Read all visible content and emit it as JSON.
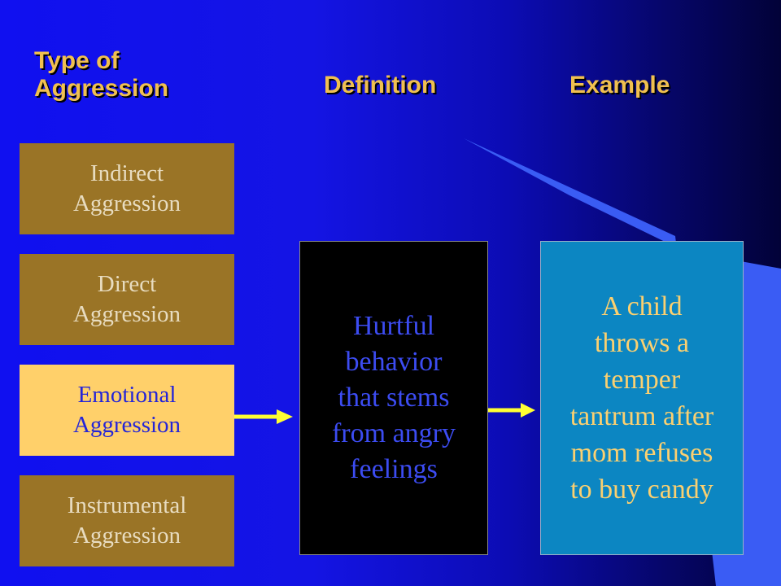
{
  "headers": {
    "type_of_aggression": "Type of\nAggression",
    "definition": "Definition",
    "example": "Example"
  },
  "types": [
    {
      "label": "Indirect\nAggression",
      "highlighted": false
    },
    {
      "label": "Direct\nAggression",
      "highlighted": false
    },
    {
      "label": "  Emotional\nAggression",
      "highlighted": true
    },
    {
      "label": "Instrumental\nAggression",
      "highlighted": false
    }
  ],
  "definition_text": "Hurtful\nbehavior\nthat stems\nfrom angry\nfeelings",
  "example_text": "A child\nthrows a\ntemper\ntantrum after\nmom refuses\nto buy candy",
  "colors": {
    "background": "#1414e4",
    "header_text": "#f0c050",
    "type_box": "#9a7426",
    "type_box_highlight": "#ffd06a",
    "definition_box": "#000000",
    "definition_text": "#3c4cf2",
    "example_box": "#0c86c2",
    "example_text": "#fbd070",
    "arrow": "#ffff33"
  }
}
